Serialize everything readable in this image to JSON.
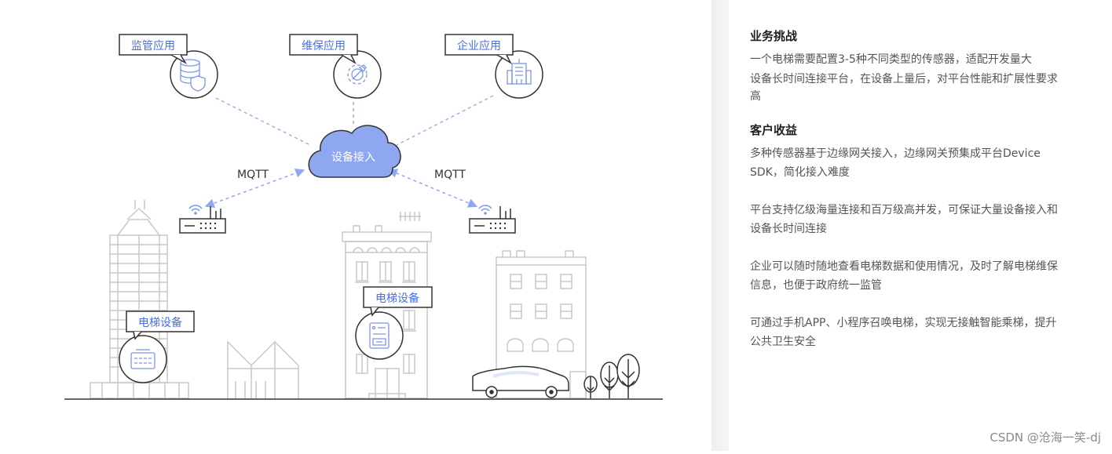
{
  "diagram": {
    "apps": [
      {
        "label": "监管应用",
        "icon": "database-shield-icon"
      },
      {
        "label": "维保应用",
        "icon": "gear-wrench-icon"
      },
      {
        "label": "企业应用",
        "icon": "office-building-icon"
      }
    ],
    "cloud_label": "设备接入",
    "protocol_left": "MQTT",
    "protocol_right": "MQTT",
    "device_label_left": "电梯设备",
    "device_label_right": "电梯设备",
    "colors": {
      "accent": "#4a6ee0",
      "cloud": "#8fa6f0",
      "line": "#9ab0ef",
      "stroke": "#333333"
    }
  },
  "panel": {
    "challenge_title": "业务挑战",
    "challenge_line1": "一个电梯需要配置3-5种不同类型的传感器，适配开发量大",
    "challenge_line2": "设备长时间连接平台，在设备上量后，对平台性能和扩展性要求",
    "challenge_line3": "高",
    "benefit_title": "客户收益",
    "b1_line1": "多种传感器基于边缘网关接入，边缘网关预集成平台Device",
    "b1_line2": "SDK，简化接入难度",
    "b2_line1": "平台支持亿级海量连接和百万级高并发，可保证大量设备接入和",
    "b2_line2": "设备长时间连接",
    "b3_line1": "企业可以随时随地查看电梯数据和使用情况，及时了解电梯维保",
    "b3_line2": "信息，也便于政府统一监管",
    "b4_line1": "可通过手机APP、小程序召唤电梯，实现无接触智能乘梯，提升",
    "b4_line2": "公共卫生安全"
  },
  "watermark": "CSDN @沧海一笑-dj"
}
